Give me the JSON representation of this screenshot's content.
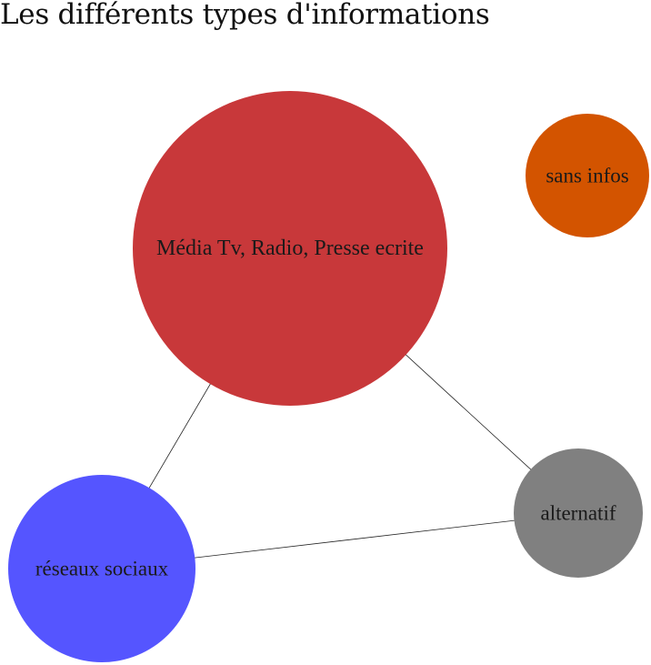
{
  "title": "Les différents types d'informations",
  "nodes": [
    {
      "id": "media",
      "label": "Média Tv, Radio, Presse ecrite",
      "color": "#c8383a"
    },
    {
      "id": "sans_infos",
      "label": "sans infos",
      "color": "#d35400"
    },
    {
      "id": "alternatif",
      "label": "alternatif",
      "color": "#808080"
    },
    {
      "id": "reseaux",
      "label": "réseaux sociaux",
      "color": "#5555ff"
    }
  ],
  "edges": [
    {
      "from": "media",
      "to": "reseaux"
    },
    {
      "from": "media",
      "to": "alternatif"
    },
    {
      "from": "reseaux",
      "to": "alternatif"
    }
  ]
}
